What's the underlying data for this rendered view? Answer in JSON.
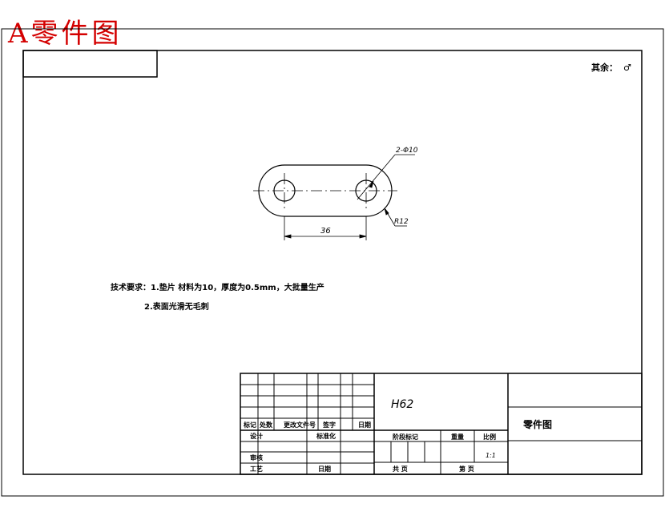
{
  "header": {
    "title": "A零件图"
  },
  "sheet": {
    "extra_label": "其余：",
    "extra_symbol": "♂"
  },
  "part": {
    "hole_dim": "2-Φ10",
    "radius_dim": "R12",
    "length_dim": "36"
  },
  "notes": {
    "line1": "技术要求：1.垫片   材料为10，厚度为0.5mm，大批量生产",
    "line2": "2.表面光滑无毛刺"
  },
  "title_block": {
    "material": "H62",
    "drawing_name": "零件图",
    "rev_headers": [
      "标记",
      "处数",
      "更改文件号",
      "签字",
      "日期"
    ],
    "design": "设计",
    "standardization": "标准化",
    "review": "审核",
    "process": "工艺",
    "date": "日期",
    "stage_mark": "阶段标记",
    "weight": "重量",
    "scale": "比例",
    "scale_value": "1:1",
    "total_sheets": "共  页",
    "sheet_no": "第  页"
  }
}
